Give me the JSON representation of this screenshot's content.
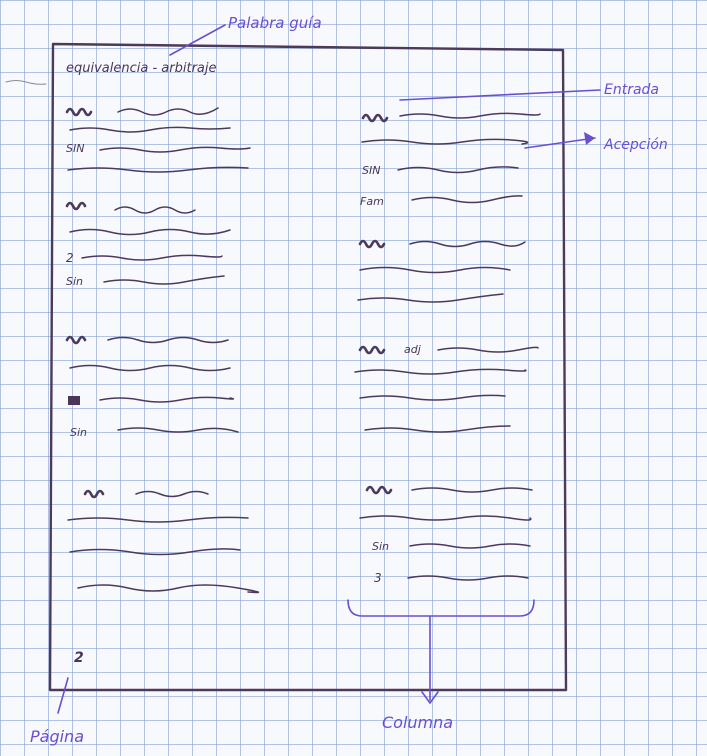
{
  "labels": {
    "guide_word_label": "Palabra guía",
    "entry_label": "Entrada",
    "sense_label": "Acepción",
    "page_label": "Página",
    "column_label": "Columna"
  },
  "page": {
    "guide_words": "equivalencia - arbitraje",
    "page_number": "2"
  },
  "left_column": {
    "syn_1": "SIN",
    "num_2": "2",
    "syn_2": "Sin",
    "syn_3": "Sin"
  },
  "right_column": {
    "syn_1": "SIN",
    "fam": "Fam",
    "adj": "adj",
    "syn_2": "Sin",
    "num_3": "3"
  },
  "colors": {
    "annotation": "#6a4fd0",
    "ink": "#4b3558",
    "grid": "#7896cd"
  }
}
